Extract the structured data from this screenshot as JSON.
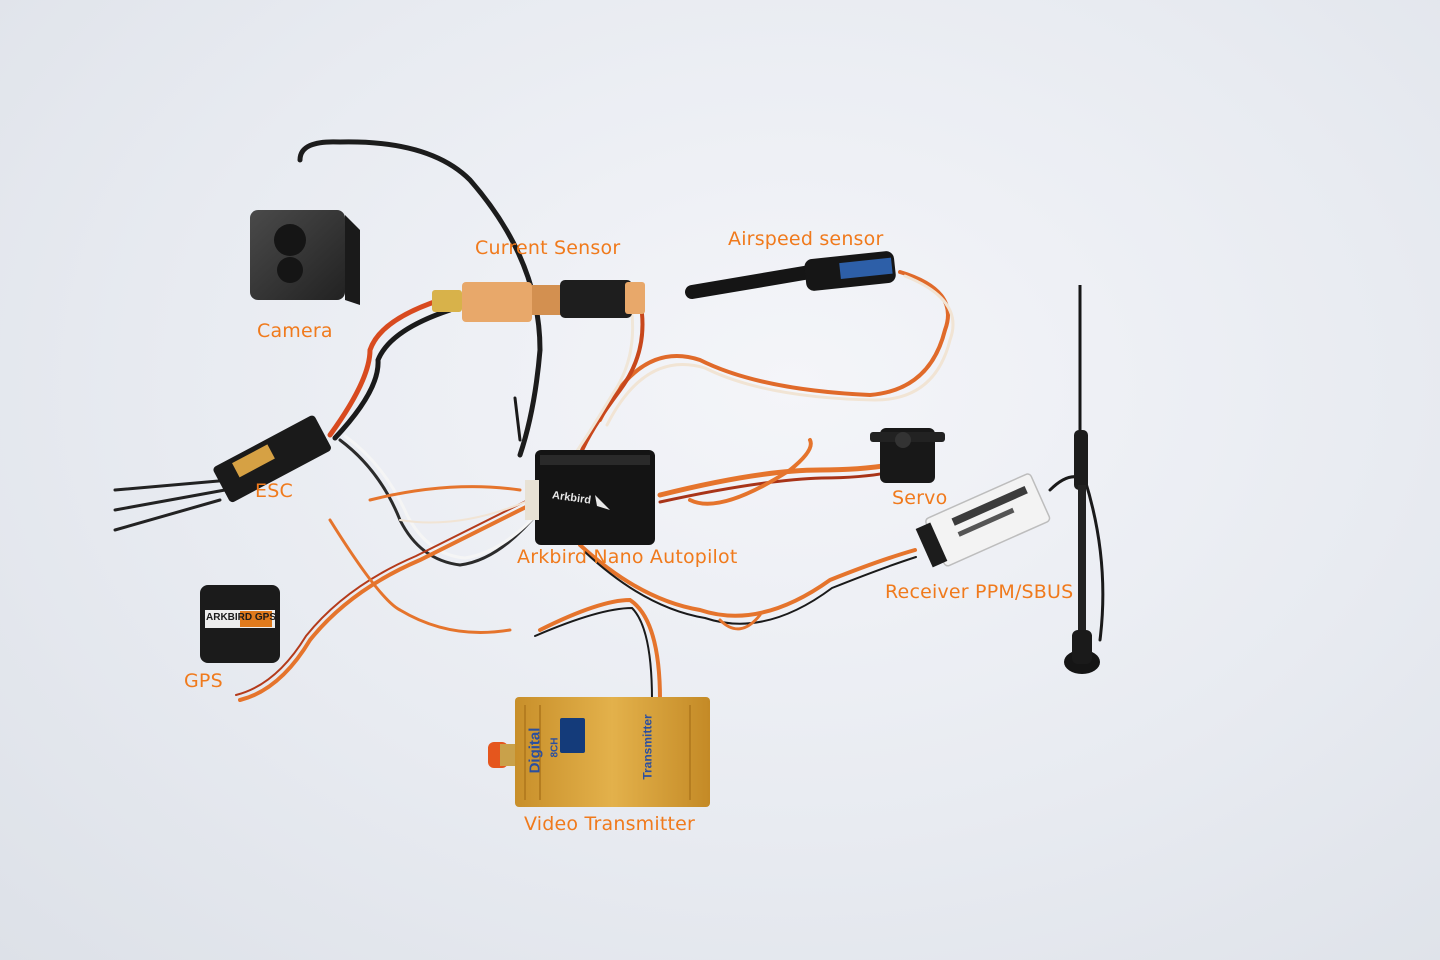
{
  "labels": {
    "camera": "Camera",
    "current_sensor": "Current Sensor",
    "airspeed_sensor": "Airspeed sensor",
    "esc": "ESC",
    "servo": "Servo",
    "autopilot": "Arkbird Nano Autopilot",
    "receiver": "Receiver PPM/SBUS",
    "gps": "GPS",
    "video_transmitter": "Video Transmitter"
  },
  "device_markings": {
    "autopilot_brand": "Arkbird",
    "gps_brand": "ARKBIRD GPS",
    "vtx_brand": "Digital",
    "vtx_channels": "8CH",
    "vtx_model": "Transmitter"
  },
  "colors": {
    "label_text": "#f07a1c",
    "background": "#e9ecf2",
    "vtx_gold": "#d9a43a",
    "xt60_orange": "#e8a86a"
  }
}
